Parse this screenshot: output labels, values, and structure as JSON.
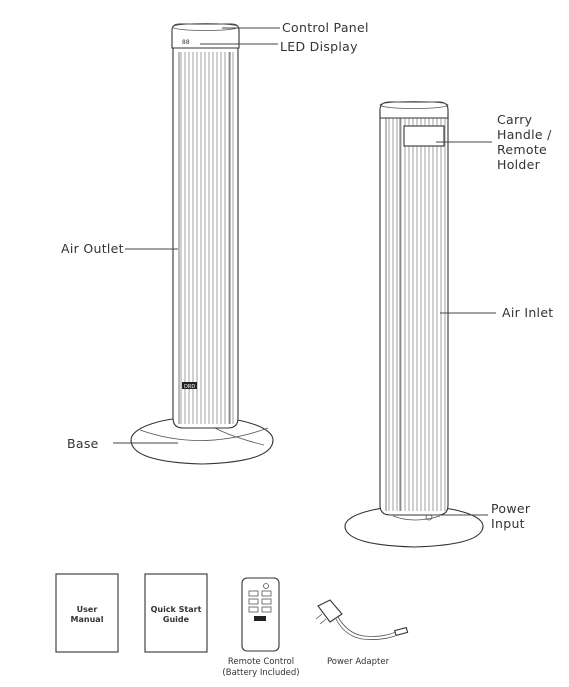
{
  "labels": {
    "control_panel": "Control Panel",
    "led_display": "LED Display",
    "air_outlet": "Air Outlet",
    "base": "Base",
    "carry_handle_1": "Carry",
    "carry_handle_2": "Handle /",
    "carry_handle_3": "Remote",
    "carry_handle_4": "Holder",
    "air_inlet": "Air Inlet",
    "power_input_1": "Power",
    "power_input_2": "Input"
  },
  "accessories": {
    "user_manual_1": "User",
    "user_manual_2": "Manual",
    "quick_start_1": "Quick Start",
    "quick_start_2": "Guide",
    "remote_1": "Remote Control",
    "remote_2": "(Battery Included)",
    "power_adapter": "Power Adapter"
  },
  "icons": [
    "tower-fan-front",
    "tower-fan-back",
    "manual-booklet",
    "guide-booklet",
    "remote-control",
    "power-adapter"
  ]
}
